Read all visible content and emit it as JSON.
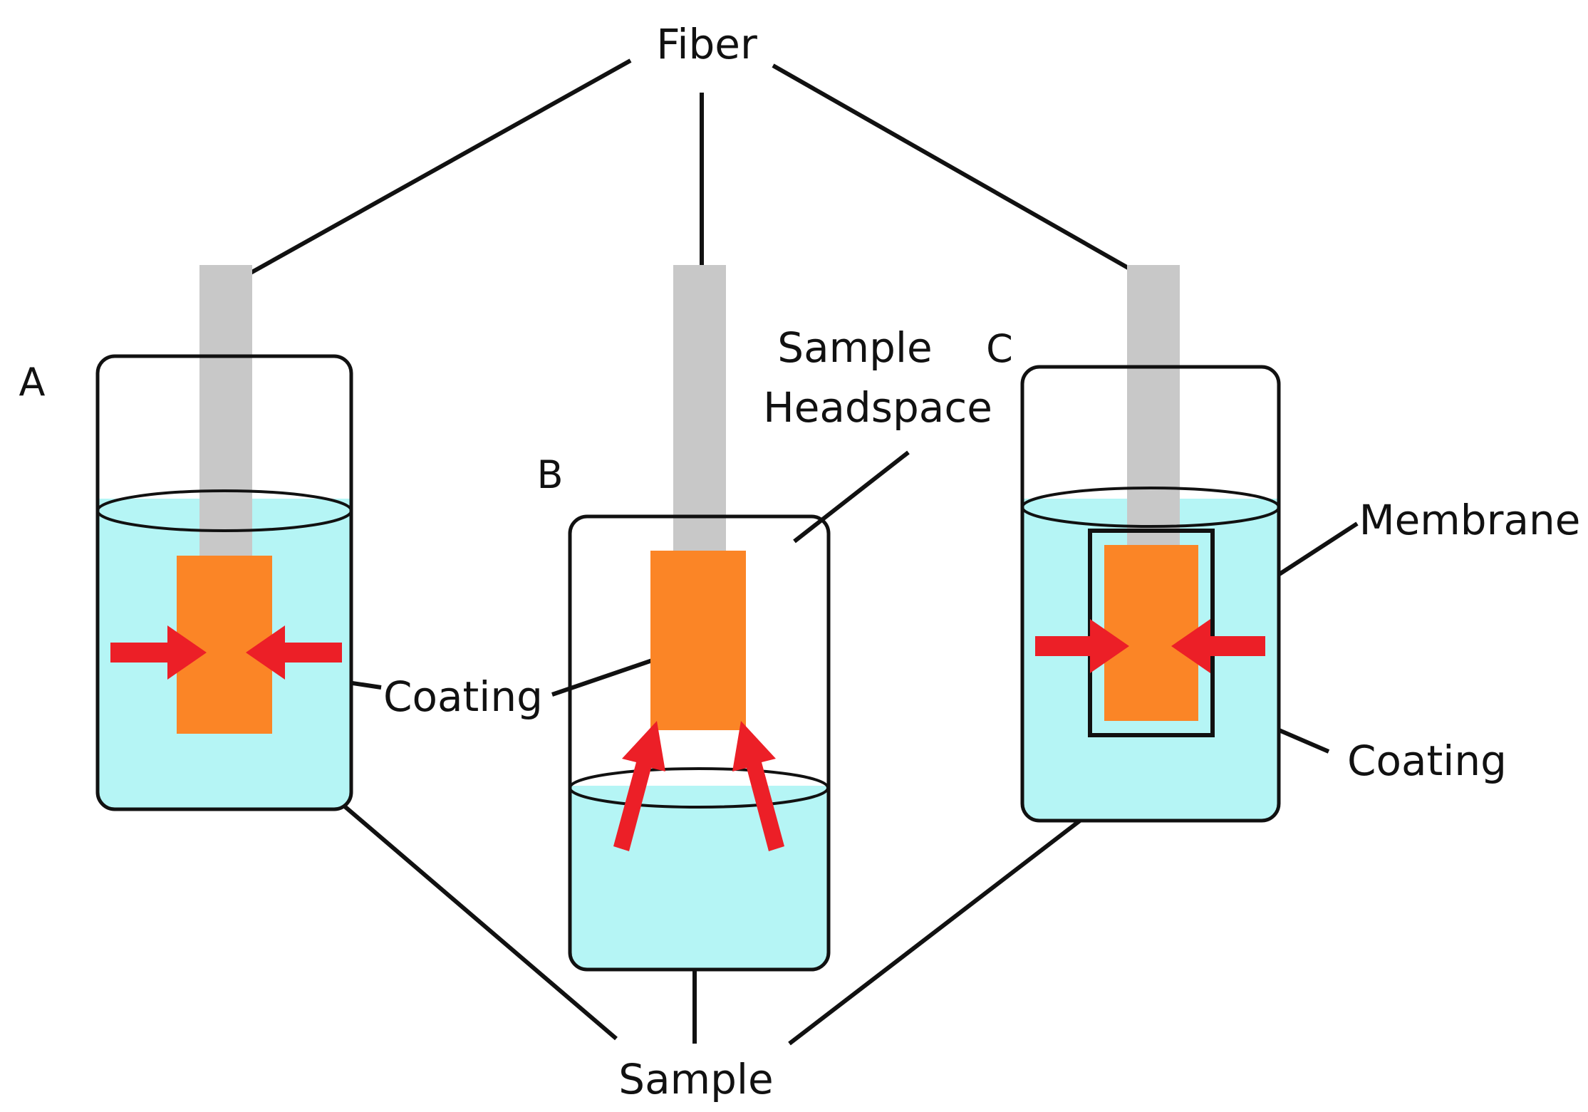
{
  "labels": {
    "fiber": "Fiber",
    "sample": "Sample",
    "coating_a": "Coating",
    "coating_c": "Coating",
    "membrane": "Membrane",
    "headspace_line1": "Sample",
    "headspace_line2": "Headspace"
  },
  "panels": {
    "a": "A",
    "b": "B",
    "c": "C"
  },
  "colors": {
    "liquid": "#b5f5f5",
    "fiber": "#c8c8c8",
    "coating": "#fb8526",
    "arrow": "#ec1f27",
    "outline": "#111111"
  }
}
